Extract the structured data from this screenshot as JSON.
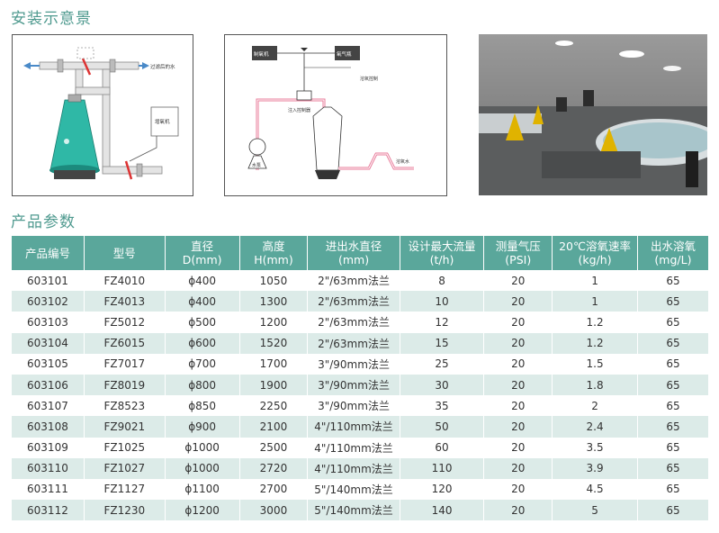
{
  "section1_title": "安装示意景",
  "section2_title": "产品参数",
  "diagram1": {
    "label_water_out": "过滤后的水",
    "label_machine": "增氧机"
  },
  "diagram2": {
    "label_left_box": "制氧机",
    "label_right_box": "氧气瓶",
    "label_mid": "溶氧控制",
    "label_valve": "注入控制器",
    "label_pump": "水泵",
    "label_out": "溶氧水"
  },
  "table": {
    "headers": [
      [
        "产品编号"
      ],
      [
        "型号"
      ],
      [
        "直径",
        "D(mm)"
      ],
      [
        "高度",
        "H(mm)"
      ],
      [
        "进出水直径",
        "(mm)"
      ],
      [
        "设计最大流量",
        "(t/h)"
      ],
      [
        "测量气压",
        "(PSI)"
      ],
      [
        "20℃溶氧速率",
        "(kg/h)"
      ],
      [
        "出水溶氧",
        "(mg/L)"
      ]
    ],
    "rows": [
      [
        "603101",
        "FZ4010",
        "ϕ400",
        "1050",
        "2\"/63mm法兰",
        "8",
        "20",
        "1",
        "65"
      ],
      [
        "603102",
        "FZ4013",
        "ϕ400",
        "1300",
        "2\"/63mm法兰",
        "10",
        "20",
        "1",
        "65"
      ],
      [
        "603103",
        "FZ5012",
        "ϕ500",
        "1200",
        "2\"/63mm法兰",
        "12",
        "20",
        "1.2",
        "65"
      ],
      [
        "603104",
        "FZ6015",
        "ϕ600",
        "1520",
        "2\"/63mm法兰",
        "15",
        "20",
        "1.2",
        "65"
      ],
      [
        "603105",
        "FZ7017",
        "ϕ700",
        "1700",
        "3\"/90mm法兰",
        "25",
        "20",
        "1.5",
        "65"
      ],
      [
        "603106",
        "FZ8019",
        "ϕ800",
        "1900",
        "3\"/90mm法兰",
        "30",
        "20",
        "1.8",
        "65"
      ],
      [
        "603107",
        "FZ8523",
        "ϕ850",
        "2250",
        "3\"/90mm法兰",
        "35",
        "20",
        "2",
        "65"
      ],
      [
        "603108",
        "FZ9021",
        "ϕ900",
        "2100",
        "4\"/110mm法兰",
        "50",
        "20",
        "2.4",
        "65"
      ],
      [
        "603109",
        "FZ1025",
        "ϕ1000",
        "2500",
        "4\"/110mm法兰",
        "60",
        "20",
        "3.5",
        "65"
      ],
      [
        "603110",
        "FZ1027",
        "ϕ1000",
        "2720",
        "4\"/110mm法兰",
        "110",
        "20",
        "3.9",
        "65"
      ],
      [
        "603111",
        "FZ1127",
        "ϕ1100",
        "2700",
        "5\"/140mm法兰",
        "120",
        "20",
        "4.5",
        "65"
      ],
      [
        "603112",
        "FZ1230",
        "ϕ1200",
        "3000",
        "5\"/140mm法兰",
        "140",
        "20",
        "5",
        "65"
      ]
    ]
  }
}
